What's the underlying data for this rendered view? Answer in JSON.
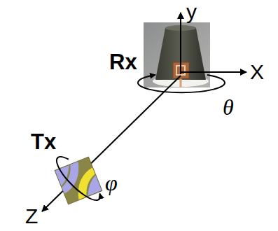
{
  "diagram": {
    "labels": [
      "Rx",
      "Tx",
      "y",
      "X",
      "Z",
      "θ",
      "φ"
    ]
  }
}
